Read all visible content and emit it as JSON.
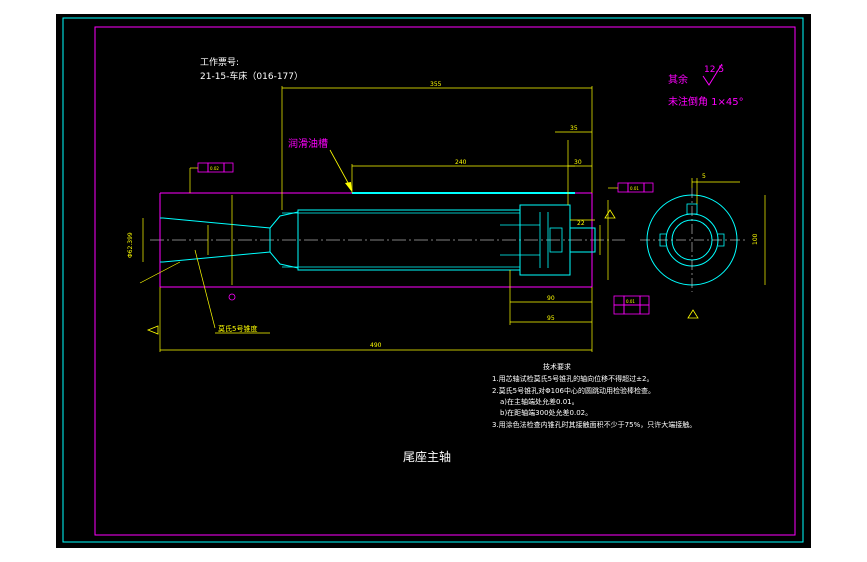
{
  "drawing": {
    "work_order_label": "工作票号:",
    "work_order_value": "21-15-车床（016-177）",
    "title": "尾座主轴",
    "lubrication_label": "润滑油槽",
    "taper_label": "莫氏5号锥度",
    "roughness_rest_label": "其余",
    "roughness_value": "12.5",
    "chamfer_note": "未注倒角 1×45°",
    "tech_req": {
      "heading": "技术要求",
      "lines": [
        "1.用芯轴试检莫氏5号锥孔的轴向位移不得超过±2。",
        "2.莫氏5号锥孔对Φ106中心的圆跳动用检验棒检查。",
        "a)在主轴端处允差0.01。",
        "b)在距轴端300处允差0.02。",
        "3.用涂色法检查内锥孔时其接触面积不少于75%，只许大端接触。"
      ]
    },
    "dims": {
      "overall_top": "355",
      "groove_len": "240",
      "right_35": "35",
      "right_30": "30",
      "right_22": "22",
      "bottom_total": "490",
      "bottom_90": "90",
      "bottom_95": "95",
      "left_dia": "Φ62.399",
      "section_100": "100",
      "section_5": "5",
      "gdt_1": "0.02",
      "gdt_2": "0.01",
      "gdt_3": "0.01"
    }
  },
  "colors": {
    "background": "#000000",
    "frame": "#ff00ff",
    "outer_frame": "#00ffff",
    "part_outline": "#00ffff",
    "dimension": "#ffff00",
    "annotation": "#ff00ff",
    "text": "#ffffff"
  }
}
